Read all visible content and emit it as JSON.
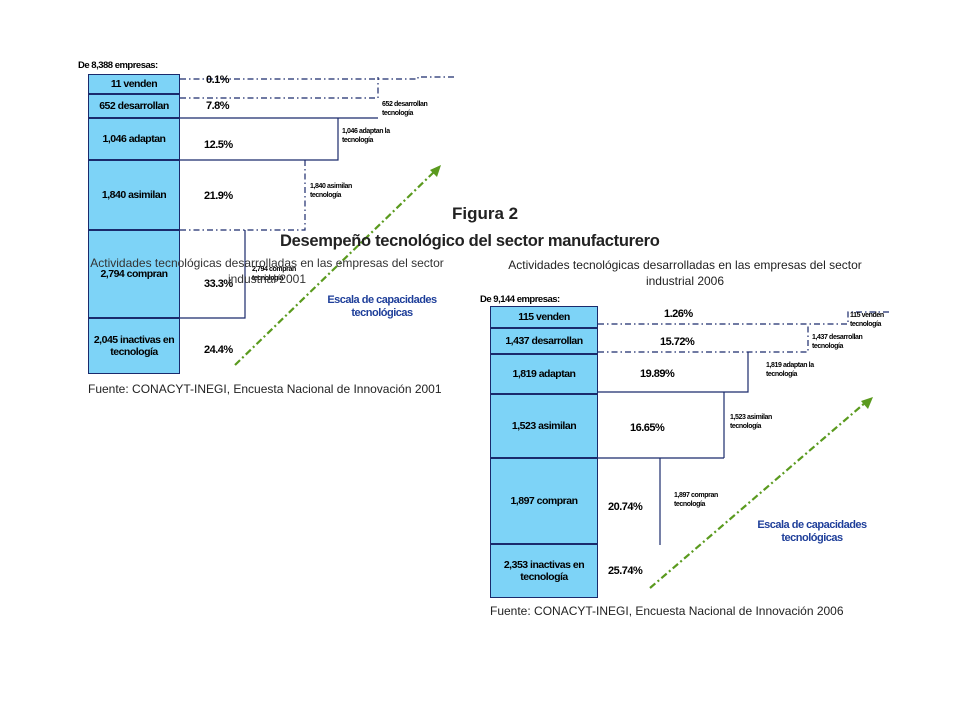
{
  "figure": {
    "label": "Figura 2",
    "title": "Desempeño tecnológico del sector manufacturero"
  },
  "panel_2001": {
    "header": "De 8,388 empresas:",
    "subtitle_line1": "Actividades tecnológicas desarrolladas en las empresas del sector",
    "subtitle_line2": "industrial 2001",
    "rows": [
      {
        "box": "11 venden",
        "pct": "0.1%",
        "tag": ""
      },
      {
        "box": "652 desarrollan",
        "pct": "7.8%",
        "tag": "652 desarrollan tecnología"
      },
      {
        "box": "1,046 adaptan",
        "pct": "12.5%",
        "tag": "1,046 adaptan la tecnología"
      },
      {
        "box": "1,840 asimilan",
        "pct": "21.9%",
        "tag": "1,840 asimilan tecnología"
      },
      {
        "box": "2,794 compran",
        "pct": "33.3%",
        "tag": "2,794 compran tecnología"
      },
      {
        "box": "2,045 inactivas en tecnología",
        "pct": "24.4%",
        "tag": ""
      }
    ],
    "scale_label": "Escala de capacidades tecnológicas",
    "source": "Fuente: CONACYT-INEGI, Encuesta Nacional de Innovación 2001"
  },
  "panel_2006": {
    "header": "De 9,144 empresas:",
    "subtitle_line1": "Actividades tecnológicas desarrolladas en las empresas del sector",
    "subtitle_line2": "industrial 2006",
    "rows": [
      {
        "box": "115 venden",
        "pct": "1.26%",
        "tag": "115 venden tecnología"
      },
      {
        "box": "1,437 desarrollan",
        "pct": "15.72%",
        "tag": "1,437 desarrollan tecnología"
      },
      {
        "box": "1,819 adaptan",
        "pct": "19.89%",
        "tag": "1,819 adaptan la tecnología"
      },
      {
        "box": "1,523 asimilan",
        "pct": "16.65%",
        "tag": "1,523 asimilan tecnología"
      },
      {
        "box": "1,897 compran",
        "pct": "20.74%",
        "tag": "1,897 compran tecnología"
      },
      {
        "box": "2,353 inactivas en tecnología",
        "pct": "25.74%",
        "tag": ""
      }
    ],
    "scale_label": "Escala de capacidades tecnológicas",
    "source": "Fuente: CONACYT-INEGI, Encuesta Nacional de Innovación 2006"
  },
  "colors": {
    "box_fill": "#7dd3f7",
    "box_border": "#1a2a6c",
    "arrow": "#5a9a1e",
    "scale_text": "#1f3f9a"
  }
}
